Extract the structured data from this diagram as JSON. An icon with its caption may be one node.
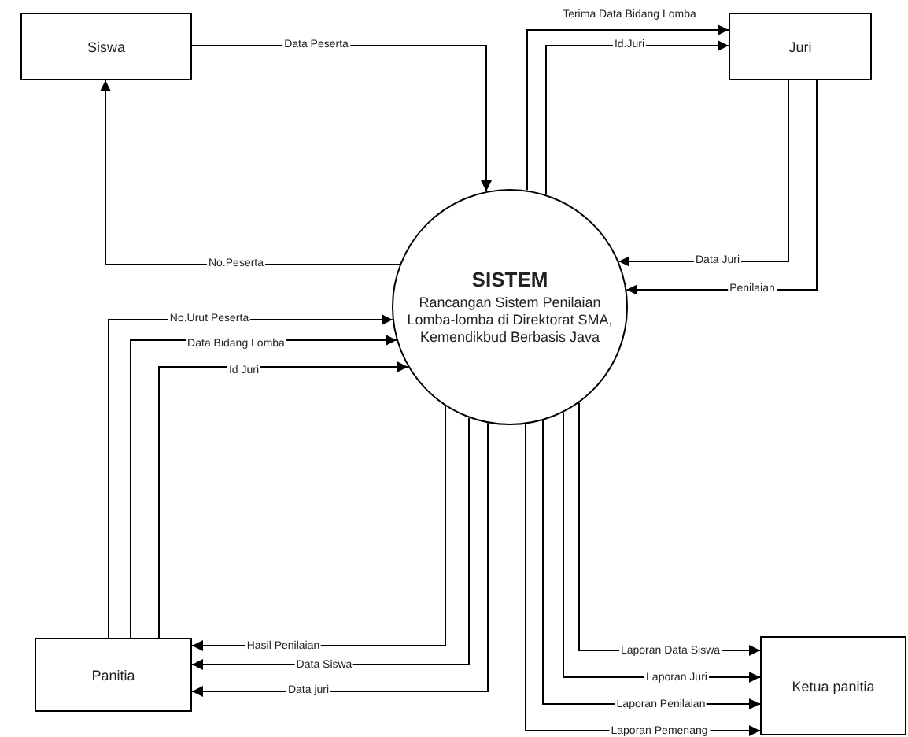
{
  "diagram": {
    "nodes": [
      {
        "text": [
          "Siswa"
        ]
      },
      {
        "text": [
          "Juri"
        ]
      },
      {
        "text": [
          "SISTEM",
          "Rancangan Sistem Penilaian Lomba-lomba di Direktorat SMA, Kemendikbud Berbasis Java"
        ]
      },
      {
        "text": [
          "Panitia"
        ]
      },
      {
        "text": [
          "Ketua panitia"
        ]
      }
    ],
    "edges": [
      {
        "from": 0,
        "to": 2,
        "arrow": "to",
        "label": "Data Peserta"
      },
      {
        "from": 2,
        "to": 0,
        "arrow": "to",
        "label": "No.Peserta"
      },
      {
        "from": 2,
        "to": 1,
        "arrow": "to",
        "label": "Terima Data Bidang Lomba"
      },
      {
        "from": 2,
        "to": 1,
        "arrow": "to",
        "label": "Id.Juri"
      },
      {
        "from": 1,
        "to": 2,
        "arrow": "to",
        "label": "Data Juri"
      },
      {
        "from": 1,
        "to": 2,
        "arrow": "to",
        "label": "Penilaian"
      },
      {
        "from": 3,
        "to": 2,
        "arrow": "to",
        "label": "No.Urut Peserta"
      },
      {
        "from": 3,
        "to": 2,
        "arrow": "to",
        "label": "Data Bidang Lomba"
      },
      {
        "from": 3,
        "to": 2,
        "arrow": "to",
        "label": "Id Juri"
      },
      {
        "from": 2,
        "to": 3,
        "arrow": "to",
        "label": "Hasil Penilaian"
      },
      {
        "from": 2,
        "to": 3,
        "arrow": "to",
        "label": "Data Siswa"
      },
      {
        "from": 2,
        "to": 3,
        "arrow": "to",
        "label": "Data juri"
      },
      {
        "from": 2,
        "to": 4,
        "arrow": "to",
        "label": "Laporan Data Siswa"
      },
      {
        "from": 2,
        "to": 4,
        "arrow": "to",
        "label": "Laporan Juri"
      },
      {
        "from": 2,
        "to": 4,
        "arrow": "to",
        "label": "Laporan Penilaian"
      },
      {
        "from": 2,
        "to": 4,
        "arrow": "to",
        "label": "Laporan Pemenang"
      }
    ]
  }
}
